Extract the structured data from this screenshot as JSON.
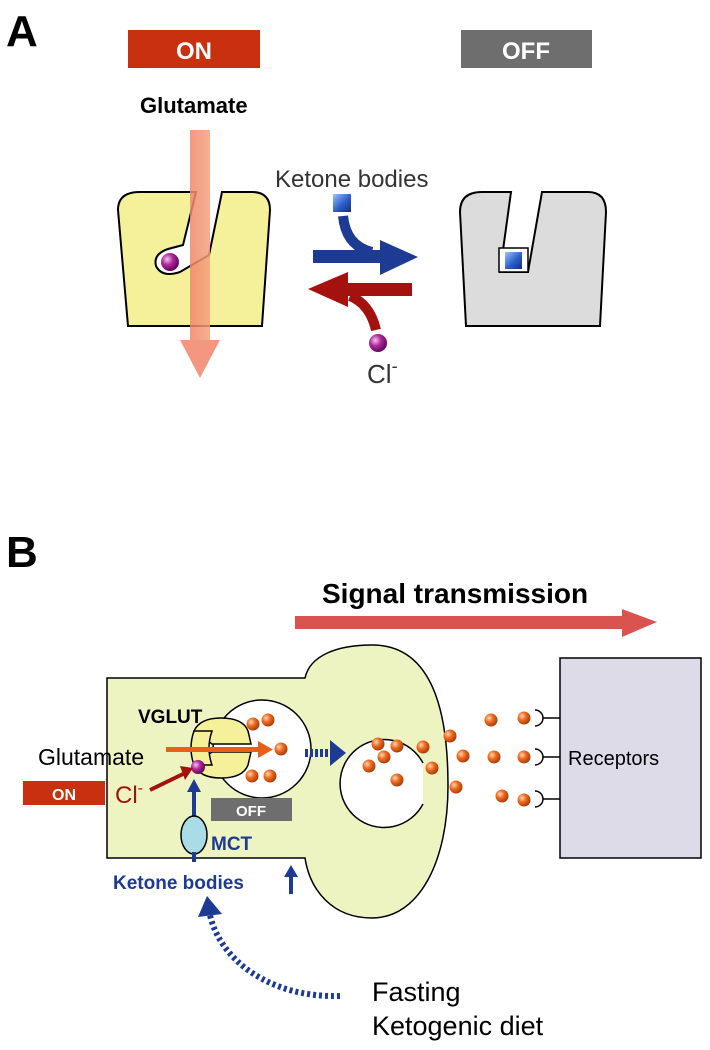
{
  "panel_a": {
    "letter": "A",
    "on_badge": "ON",
    "off_badge": "OFF",
    "glutamate": "Glutamate",
    "ketone_bodies": "Ketone bodies",
    "chloride": "Cl",
    "chloride_charge": "-"
  },
  "panel_b": {
    "letter": "B",
    "signal_transmission": "Signal transmission",
    "vglut": "VGLUT",
    "glutamate": "Glutamate",
    "chloride": "Cl",
    "chloride_charge": "-",
    "on_badge": "ON",
    "off_badge": "OFF",
    "mct": "MCT",
    "ketone_bodies": "Ketone bodies",
    "ketone_up_arrow": "↑",
    "receptors": "Receptors",
    "fasting": "Fasting",
    "ketogenic_diet": "Ketogenic diet"
  },
  "colors": {
    "on_red": "#c8300f",
    "off_gray": "#6e6e6e",
    "transporter_yellow": "#f5f09a",
    "transporter_gray": "#dcdcdc",
    "neuron_green": "#eef3c2",
    "ketone_blue": "#1d3a94",
    "chloride_red": "#a3120f",
    "glutamate_orange": "#e85f1c",
    "signal_red": "#d9534f",
    "receptor_lavender": "#dedbe9"
  }
}
